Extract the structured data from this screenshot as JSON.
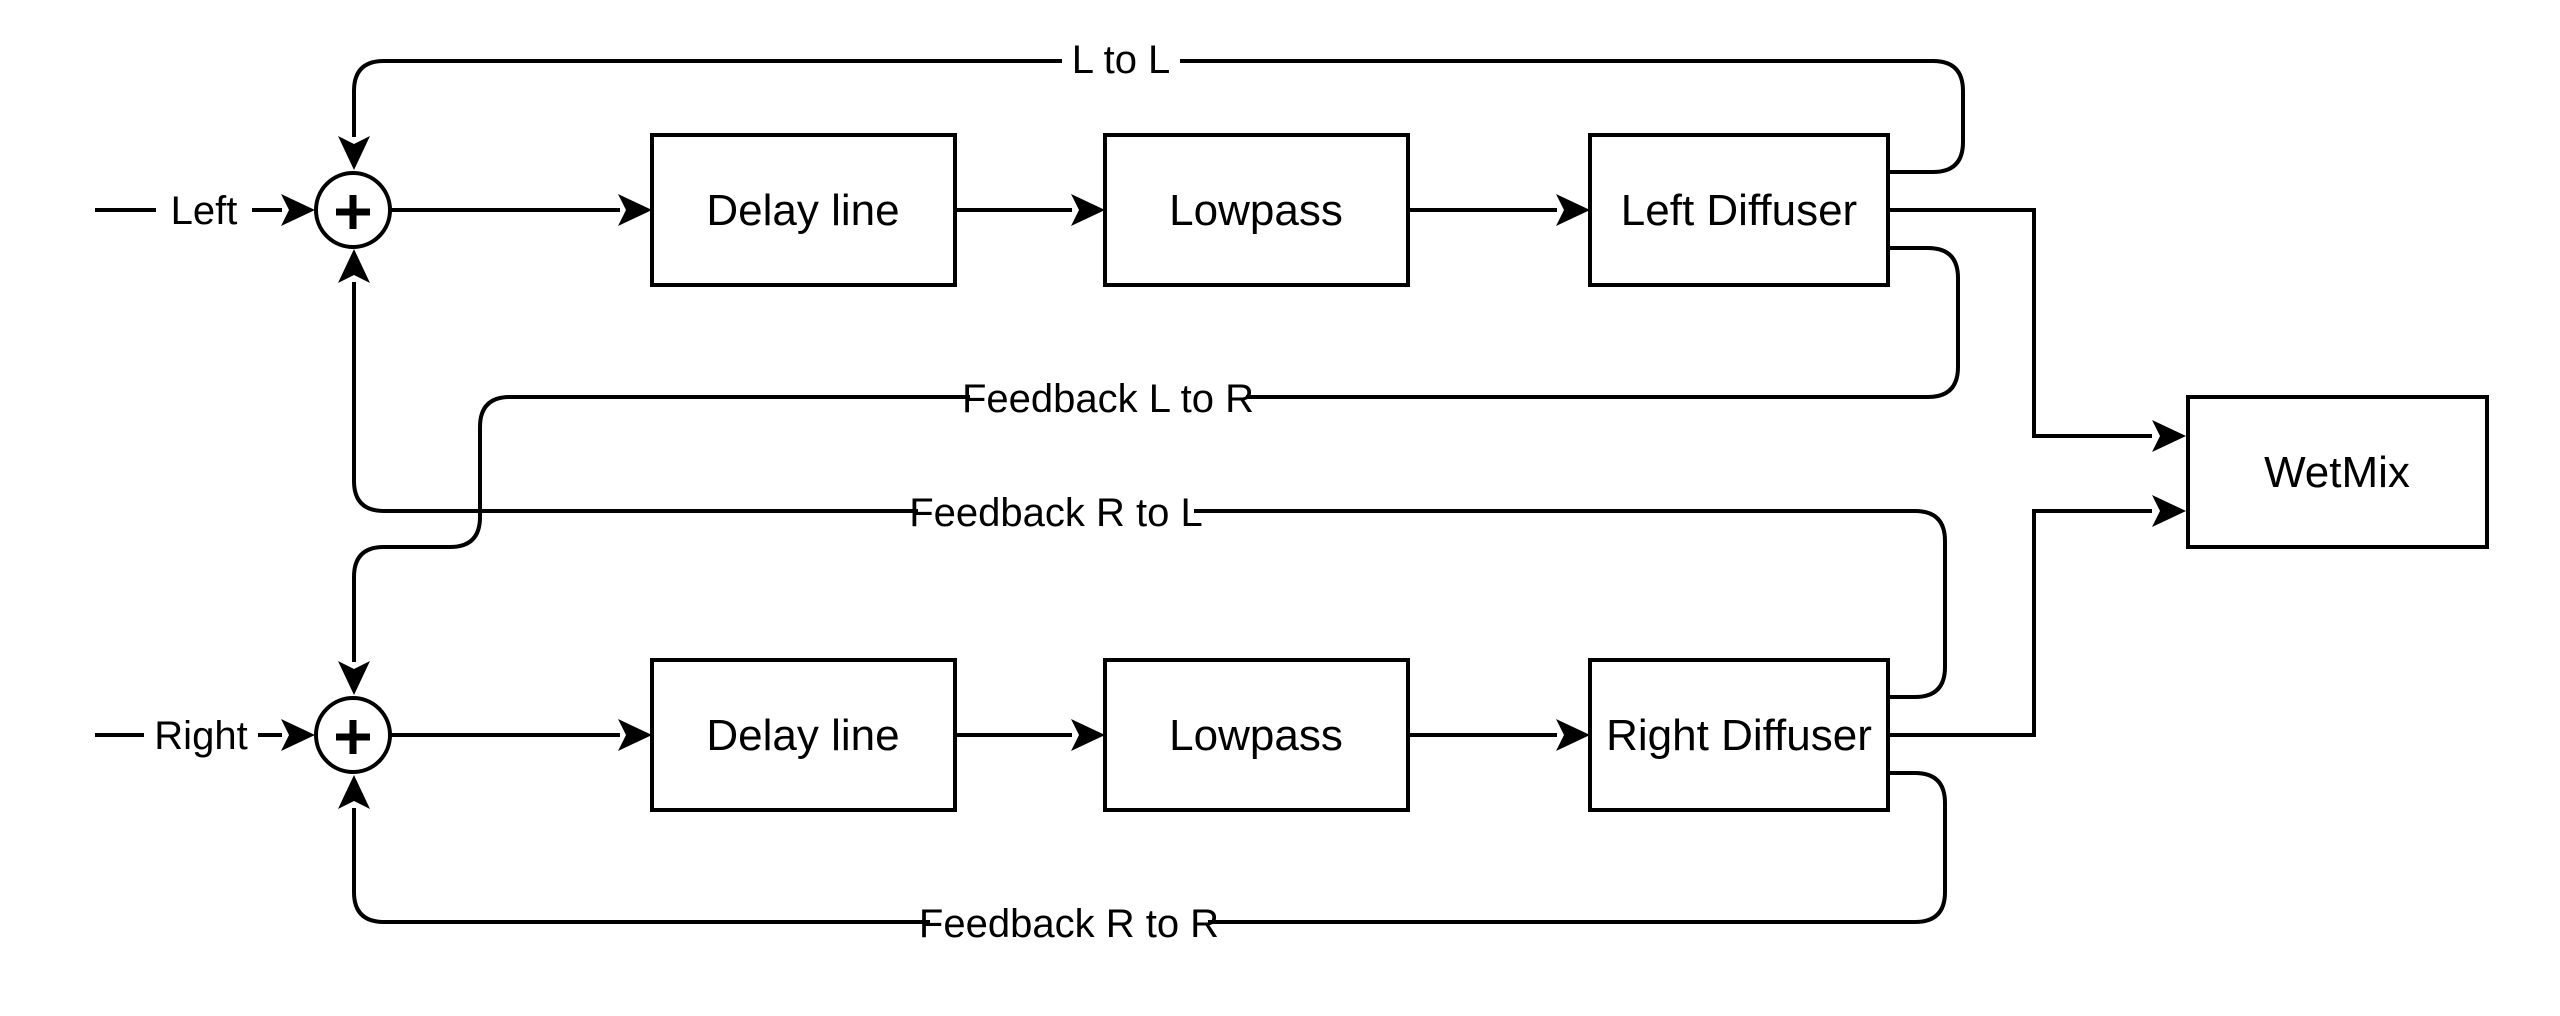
{
  "diagram": {
    "description": "Stereo reverb signal-flow block diagram",
    "colors": {
      "stroke": "#000000",
      "fill": "#ffffff",
      "background": "#ffffff"
    },
    "nodes": {
      "sum_left": {
        "label": "+"
      },
      "sum_right": {
        "label": "+"
      },
      "delay_left": {
        "label": "Delay line"
      },
      "lowpass_left": {
        "label": "Lowpass"
      },
      "diffuser_left": {
        "label": "Left Diffuser"
      },
      "delay_right": {
        "label": "Delay line"
      },
      "lowpass_right": {
        "label": "Lowpass"
      },
      "diffuser_right": {
        "label": "Right Diffuser"
      },
      "wetmix": {
        "label": "WetMix"
      }
    },
    "edge_labels": {
      "input_left": "Left",
      "input_right": "Right",
      "l_to_l": "L to L",
      "feedback_l_to_r": "Feedback L to R",
      "feedback_r_to_l": "Feedback R to L",
      "feedback_r_to_r": "Feedback R to R"
    }
  }
}
